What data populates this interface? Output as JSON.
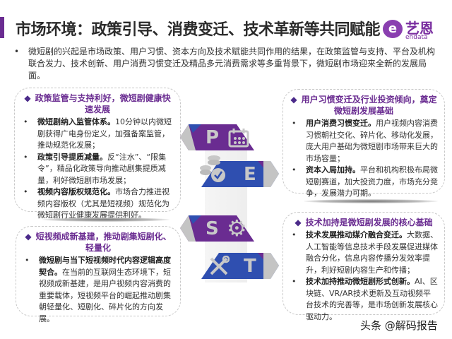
{
  "header": {
    "title": "市场环境：政策引导、消费变迁、技术革新等共同赋能",
    "logo_cn": "艺恩",
    "logo_en": "endata",
    "accent": "#6a2c91"
  },
  "intro": "微短剧的兴起是市场政策、用户习惯、资本方向及技术赋能共同作用的结果，在政策监管与支持、平台及机构联合发力、技术创新、用户消费习惯变迁及精品多元消费需求等多重背景下，微短剧市场迎来全新的发展局面。",
  "pest": [
    {
      "letter": "P",
      "icon": "calendar-icon"
    },
    {
      "letter": "E",
      "icon": "coins-check-icon"
    },
    {
      "letter": "S",
      "icon": "gear-icon"
    },
    {
      "letter": "T",
      "icon": "wrench-screwdriver-icon"
    }
  ],
  "policy": {
    "heading": "政策监管与支持利好，微短剧健康快速发展",
    "items": [
      {
        "bold": "微短剧纳入监管体系。",
        "text": "10分钟以内微短剧获得广电身份定义，加强备案监管，推动规范化发展；"
      },
      {
        "bold": "政策引导提质减量。",
        "text": "反“注水”、“限集令”，精品化政策导向推动剧集提质减量，利好微短剧市场发展；"
      },
      {
        "bold": "视频内容版权规范化。",
        "text": "市场合力推进视频内容版权（尤其是短视频）规范化为微短剧行业健康发展提供利好。"
      }
    ]
  },
  "economy": {
    "heading": "用户习惯变迁及行业投资倾向，奠定微短剧发展基础",
    "items": [
      {
        "bold": "用户消费习惯变迁。",
        "text": "用户视频内容消费习惯朝社交化、碎片化、移动化发展，庞大用户基础为微短剧市场带来巨大的市场容量；"
      },
      {
        "bold": "资本入局加持。",
        "text": "平台和机构积极布局微短剧赛道，加大投资力度，市场充分竞争，发展潜力可期。"
      }
    ]
  },
  "social": {
    "heading": "短视频成新基建，推动剧集短剧化、轻量化",
    "items": [
      {
        "bold": "微短剧与当下短视频时代内容逻辑高度契合。",
        "text": "在当前的互联网生态环境下，短视频成新基建，是用户视频内容消费的重要载体，短视频平台的崛起推动剧集朝轻量化、短剧化、碎片化的方向发展。"
      }
    ]
  },
  "tech": {
    "heading": "技术加持是微短剧发展的核心基础",
    "items": [
      {
        "bold": "技术发展推动媒介融合变迁。",
        "text": "大数据、人工智能等信息技术手段发展促进媒体融合分化，信息内容传播分发效率提升，利好短剧内容生产和传播；"
      },
      {
        "bold": "技术加持推动微短剧形式创新。",
        "text": "AI、区块链、VR/AR技术更新及互动视频平台技术的完善等，是市场创新发展核心驱动力。"
      }
    ]
  },
  "watermark": "头条 @解码报告"
}
